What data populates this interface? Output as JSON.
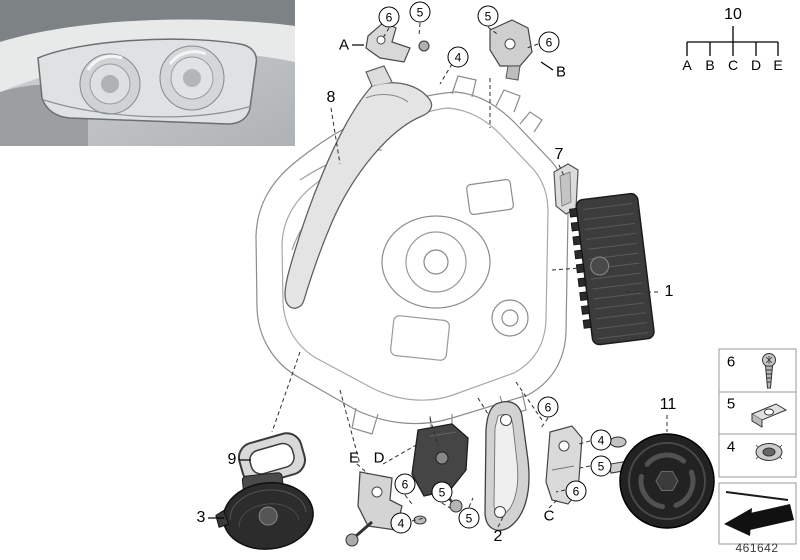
{
  "callouts": {
    "p1": "1",
    "p2": "2",
    "p3": "3",
    "p7": "7",
    "p8": "8",
    "p9": "9",
    "p11": "11"
  },
  "group10": {
    "label": "10",
    "letters": [
      "A",
      "B",
      "C",
      "D",
      "E"
    ]
  },
  "letters": {
    "a": "A",
    "b": "B",
    "c": "C",
    "d": "D",
    "e": "E"
  },
  "circled": {
    "topA_6": "6",
    "topA_5": "5",
    "topA_4": "4",
    "topB_5": "5",
    "topB_6": "6",
    "botL_6": "6",
    "botL_5": "5",
    "botL_4": "4",
    "botM_5": "5",
    "botR_6top": "6",
    "botR_4": "4",
    "botR_5": "5",
    "botR_6bot": "6"
  },
  "legend": {
    "items": [
      {
        "num": "6",
        "icon": "torx-screw-icon"
      },
      {
        "num": "5",
        "icon": "sheet-metal-clip-nut-icon"
      },
      {
        "num": "4",
        "icon": "round-push-nut-icon"
      }
    ]
  },
  "footer": {
    "part_code": "461642"
  }
}
